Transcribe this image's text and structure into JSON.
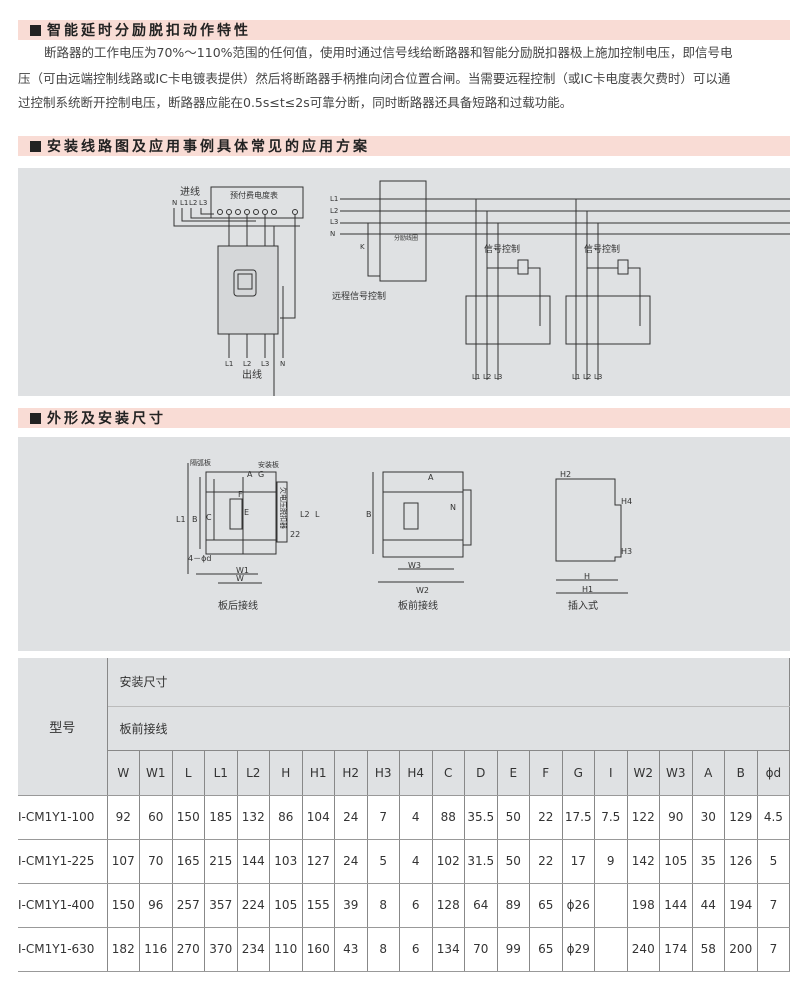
{
  "sections": [
    {
      "title": "智能延时分励脱扣动作特性"
    },
    {
      "title": "安装线路图及应用事例具体常见的应用方案"
    },
    {
      "title": "外形及安装尺寸"
    }
  ],
  "intro": {
    "lines": [
      "断路器的工作电压为70%～110%范围的任何值，使用时通过信号线给断路器和智能分励脱扣器极上施加控制电压，即信号电",
      "压（可由远端控制线路或IC卡电镀表提供）然后将断路器手柄推向闭合位置合闸。当需要远程控制（或IC卡电度表欠费时）可以通",
      "过控制系统断开控制电压，断路器应能在0.5s≤t≤2s可靠分断，同时断路器还具备短路和过载功能。"
    ]
  },
  "wiring": {
    "incoming": "进线",
    "outgoing": "出线",
    "meter": "预付费电度表",
    "remote": "远程信号控制",
    "signal": "信号控制",
    "coil": "分励线圈",
    "labels": {
      "N": "N",
      "L1": "L1",
      "L2": "L2",
      "L3": "L3",
      "K": "K"
    }
  },
  "dims": {
    "rear": "板后接线",
    "front": "板前接线",
    "plugin": "插入式",
    "arc": "隔弧板",
    "mount": "安装板",
    "undervolt": "欠电压脱扣器",
    "hole": "4－ϕd",
    "v22": "22",
    "letters": {
      "A": "A",
      "B": "B",
      "C": "C",
      "E": "E",
      "F": "F",
      "G": "G",
      "L": "L",
      "L1": "L1",
      "L2": "L2",
      "W": "W",
      "W1": "W1",
      "W2": "W2",
      "W3": "W3",
      "H": "H",
      "H1": "H1",
      "H2": "H2",
      "H3": "H3",
      "H4": "H4",
      "N": "N"
    }
  },
  "table": {
    "model_header": "型号",
    "group1": "安装尺寸",
    "group2": "板前接线",
    "columns": [
      "W",
      "W1",
      "L",
      "L1",
      "L2",
      "H",
      "H1",
      "H2",
      "H3",
      "H4",
      "C",
      "D",
      "E",
      "F",
      "G",
      "I",
      "W2",
      "W3",
      "A",
      "B",
      "ϕd"
    ],
    "rows": [
      {
        "model": "I-CM1Y1-100",
        "values": [
          "92",
          "60",
          "150",
          "185",
          "132",
          "86",
          "104",
          "24",
          "7",
          "4",
          "88",
          "35.5",
          "50",
          "22",
          "17.5",
          "7.5",
          "122",
          "90",
          "30",
          "129",
          "4.5"
        ]
      },
      {
        "model": "I-CM1Y1-225",
        "values": [
          "107",
          "70",
          "165",
          "215",
          "144",
          "103",
          "127",
          "24",
          "5",
          "4",
          "102",
          "31.5",
          "50",
          "22",
          "17",
          "9",
          "142",
          "105",
          "35",
          "126",
          "5"
        ]
      },
      {
        "model": "I-CM1Y1-400",
        "values": [
          "150",
          "96",
          "257",
          "357",
          "224",
          "105",
          "155",
          "39",
          "8",
          "6",
          "128",
          "64",
          "89",
          "65",
          "ϕ26",
          "",
          "198",
          "144",
          "44",
          "194",
          "7"
        ]
      },
      {
        "model": "I-CM1Y1-630",
        "values": [
          "182",
          "116",
          "270",
          "370",
          "234",
          "110",
          "160",
          "43",
          "8",
          "6",
          "134",
          "70",
          "99",
          "65",
          "ϕ29",
          "",
          "240",
          "174",
          "58",
          "200",
          "7"
        ]
      }
    ]
  }
}
